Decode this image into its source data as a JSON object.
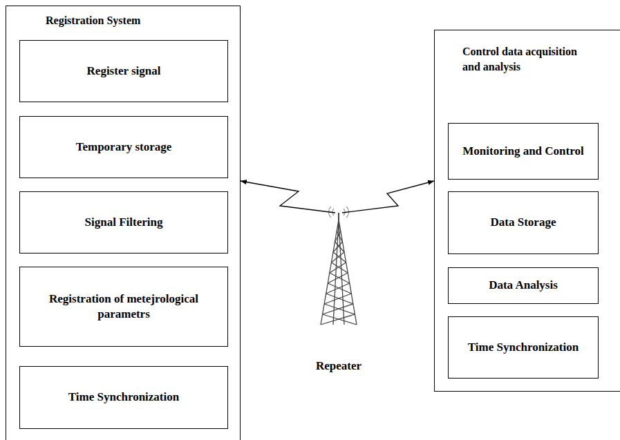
{
  "diagram": {
    "nodes": [
      {
        "text": [
          "Registration System"
        ]
      },
      {
        "text": [
          "Register signal"
        ],
        "in": 0
      },
      {
        "text": [
          "Temporary storage"
        ],
        "in": 0
      },
      {
        "text": [
          "Signal Filtering"
        ],
        "in": 0
      },
      {
        "text": [
          "Registration of metejrological parametrs"
        ],
        "in": 0
      },
      {
        "text": [
          "Time Synchronization"
        ],
        "in": 0
      },
      {
        "text": [
          "Control data acquisition and analysis"
        ]
      },
      {
        "text": [
          "Monitoring and Control"
        ],
        "in": 6
      },
      {
        "text": [
          "Data Storage"
        ],
        "in": 6
      },
      {
        "text": [
          "Data Analysis"
        ],
        "in": 6
      },
      {
        "text": [
          "Time Synchronization"
        ],
        "in": 6
      },
      {
        "text": [
          "Repeater"
        ]
      }
    ],
    "edges": [
      {
        "from": 11,
        "to": 0,
        "arrow": "to"
      },
      {
        "from": 11,
        "to": 6,
        "arrow": "to"
      }
    ]
  }
}
